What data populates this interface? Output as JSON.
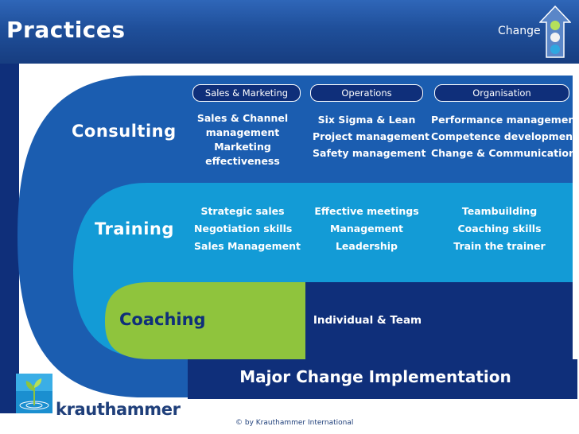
{
  "header": {
    "title": "Practices",
    "change_label": "Change"
  },
  "columns": {
    "sales_marketing": "Sales & Marketing",
    "operations": "Operations",
    "organisation": "Organisation"
  },
  "consulting": {
    "label": "Consulting",
    "sales": [
      "Sales & Channel",
      "management",
      "Marketing",
      "effectiveness"
    ],
    "operations": [
      "Six Sigma & Lean",
      "Project management",
      "Safety management"
    ],
    "organisation": [
      "Performance management",
      "Competence development",
      "Change & Communications"
    ]
  },
  "training": {
    "label": "Training",
    "sales": [
      "Strategic sales",
      "Negotiation skills",
      "Sales Management"
    ],
    "operations": [
      "Effective meetings",
      "Management",
      "Leadership"
    ],
    "organisation": [
      "Teambuilding",
      "Coaching skills",
      "Train the trainer"
    ]
  },
  "coaching": {
    "label": "Coaching",
    "content": "Individual & Team"
  },
  "major": {
    "label": "Major Change Implementation"
  },
  "footer": {
    "copyright": "© by Krauthammer International"
  },
  "brand": {
    "name": "krauthammer"
  },
  "colors": {
    "header_blue": "#1f4f9a",
    "dark_navy": "#0f2f7a",
    "consulting_blue": "#1b5db0",
    "training_blue": "#139bd6",
    "coaching_green": "#8fc43d"
  },
  "icons": [
    "up-arrow-icon",
    "traffic-light-icon",
    "plant-logo-icon"
  ]
}
